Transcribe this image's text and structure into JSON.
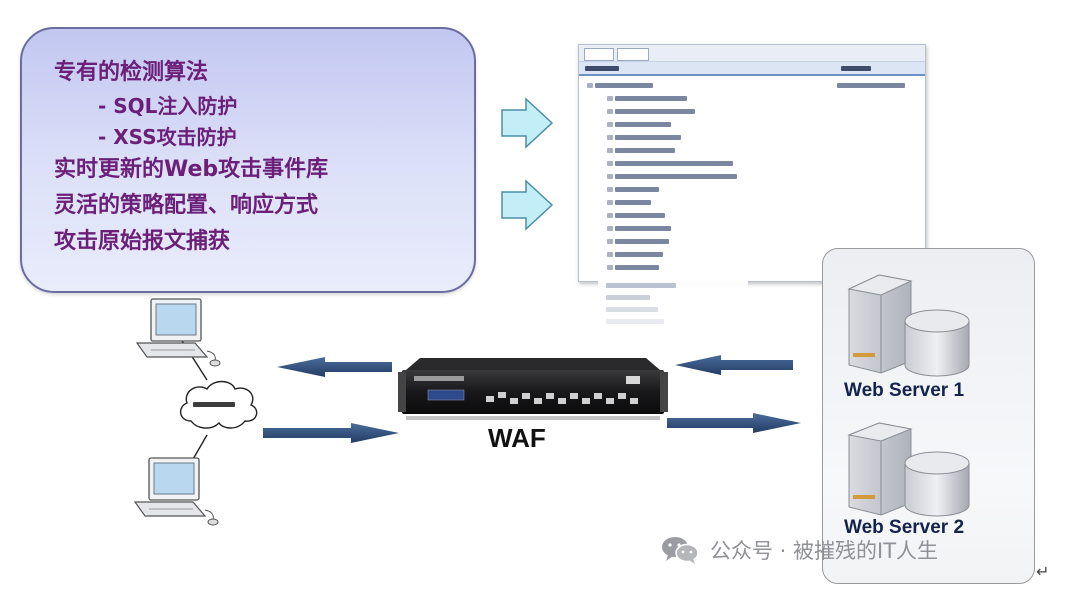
{
  "features": {
    "line1": "专有的检测算法",
    "line2": "- SQL注入防护",
    "line3": "- XSS攻击防护",
    "line4": "实时更新的Web攻击事件库",
    "line5": "灵活的策略配置、响应方式",
    "line6": "攻击原始报文捕获"
  },
  "device_label": "WAF",
  "servers": [
    "Web Server 1",
    "Web Server 2"
  ],
  "watermark": "公众号 · 被摧残的IT人生",
  "return_mark": "↵",
  "icons": {
    "watermark": "wechat-icon",
    "clients": "desktop-computer-icon",
    "network": "internet-cloud-icon",
    "servers": "server-tower-icon",
    "databases": "database-cylinder-icon"
  },
  "colors": {
    "feature_text": "#6b1f78",
    "feature_box": "#c9cdf3",
    "arrow": "#2f4f7f",
    "callout_arrow": "#c3edf7"
  }
}
